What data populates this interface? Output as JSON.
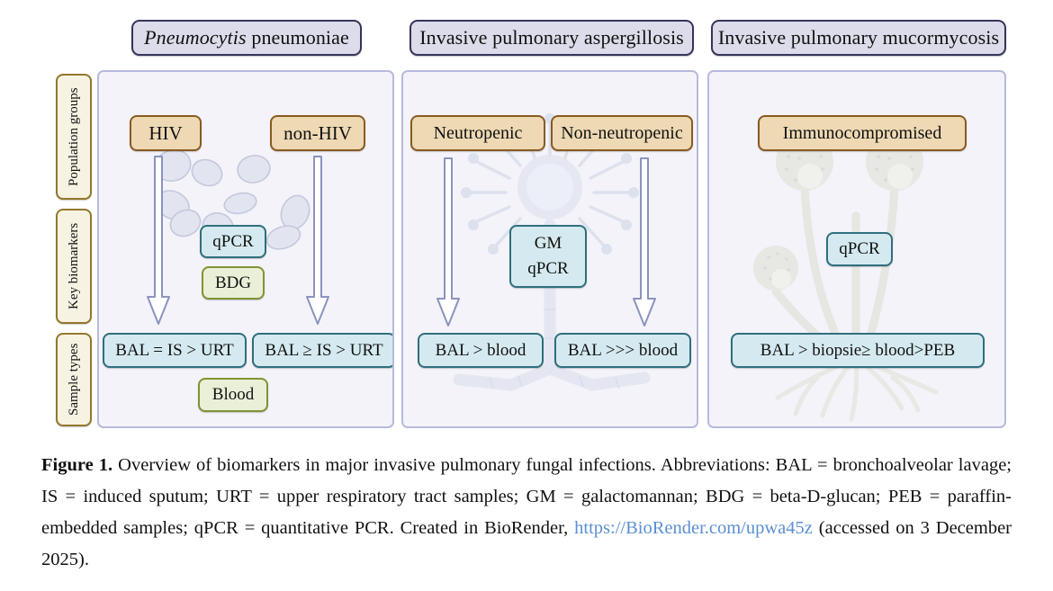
{
  "figure": {
    "headers": [
      {
        "italic_part": "Pneumocytis",
        "rest": "pneumoniae",
        "full": "Pneumocytis pneumoniae"
      },
      {
        "italic_part": "",
        "rest": "Invasive pulmonary aspergillosis",
        "full": "Invasive pulmonary aspergillosis"
      },
      {
        "italic_part": "",
        "rest": "Invasive pulmonary mucormycosis",
        "full": "Invasive pulmonary mucormycosis"
      }
    ],
    "row_labels": [
      {
        "label": "Population groups"
      },
      {
        "label": "Key biomarkers"
      },
      {
        "label": "Sample types"
      }
    ],
    "panels": [
      {
        "name": "pneumocystis-pneumoniae",
        "population_groups": [
          "HIV",
          "non-HIV"
        ],
        "key_biomarkers": [
          "qPCR",
          "BDG"
        ],
        "sample_types": [
          "BAL = IS > URT",
          "BAL ≥ IS > URT",
          "Blood"
        ],
        "organism_art": "pneumocystis-cysts"
      },
      {
        "name": "invasive-pulmonary-aspergillosis",
        "population_groups": [
          "Neutropenic",
          "Non-neutropenic"
        ],
        "key_biomarkers": [
          "GM",
          "qPCR"
        ],
        "sample_types": [
          "BAL > blood",
          "BAL >>> blood"
        ],
        "organism_art": "aspergillus-conidiophore"
      },
      {
        "name": "invasive-pulmonary-mucormycosis",
        "population_groups": [
          "Immunocompromised"
        ],
        "key_biomarkers": [
          "qPCR"
        ],
        "sample_types": [
          "BAL > biopsie≥ blood>PEB"
        ],
        "organism_art": "mucor-sporangiophore"
      }
    ],
    "caption": {
      "label": "Figure 1.",
      "text_1": " Overview of biomarkers in major invasive pulmonary fungal infections. Abbreviations: BAL = bronchoalveolar lavage; IS = induced sputum; URT = upper respiratory tract samples; GM = galactomannan; BDG = beta-D-glucan; PEB = paraffin-embedded samples; qPCR = quantitative PCR. Created in BioRender, ",
      "link": "https://BioRender.com/upwa45z",
      "text_2": " (accessed on 3 December 2025)."
    },
    "colors": {
      "header_fill": "#dcdcea",
      "header_border": "#35355c",
      "panel_fill": "#f3f3f9",
      "panel_border": "#b6badb",
      "row_label_fill": "#f7f3e3",
      "row_label_border": "#93772c",
      "population_fill": "#eed9b4",
      "population_border": "#8a5a22",
      "biomarker_blue_fill": "#d5eaf0",
      "biomarker_blue_border": "#2f6f7e",
      "biomarker_green_fill": "#eaf0d8",
      "biomarker_green_border": "#7e9434",
      "arrow_stroke": "#8b93bd",
      "organism_fill": "#dfe2ee",
      "link_color": "#5a8fd0"
    }
  }
}
